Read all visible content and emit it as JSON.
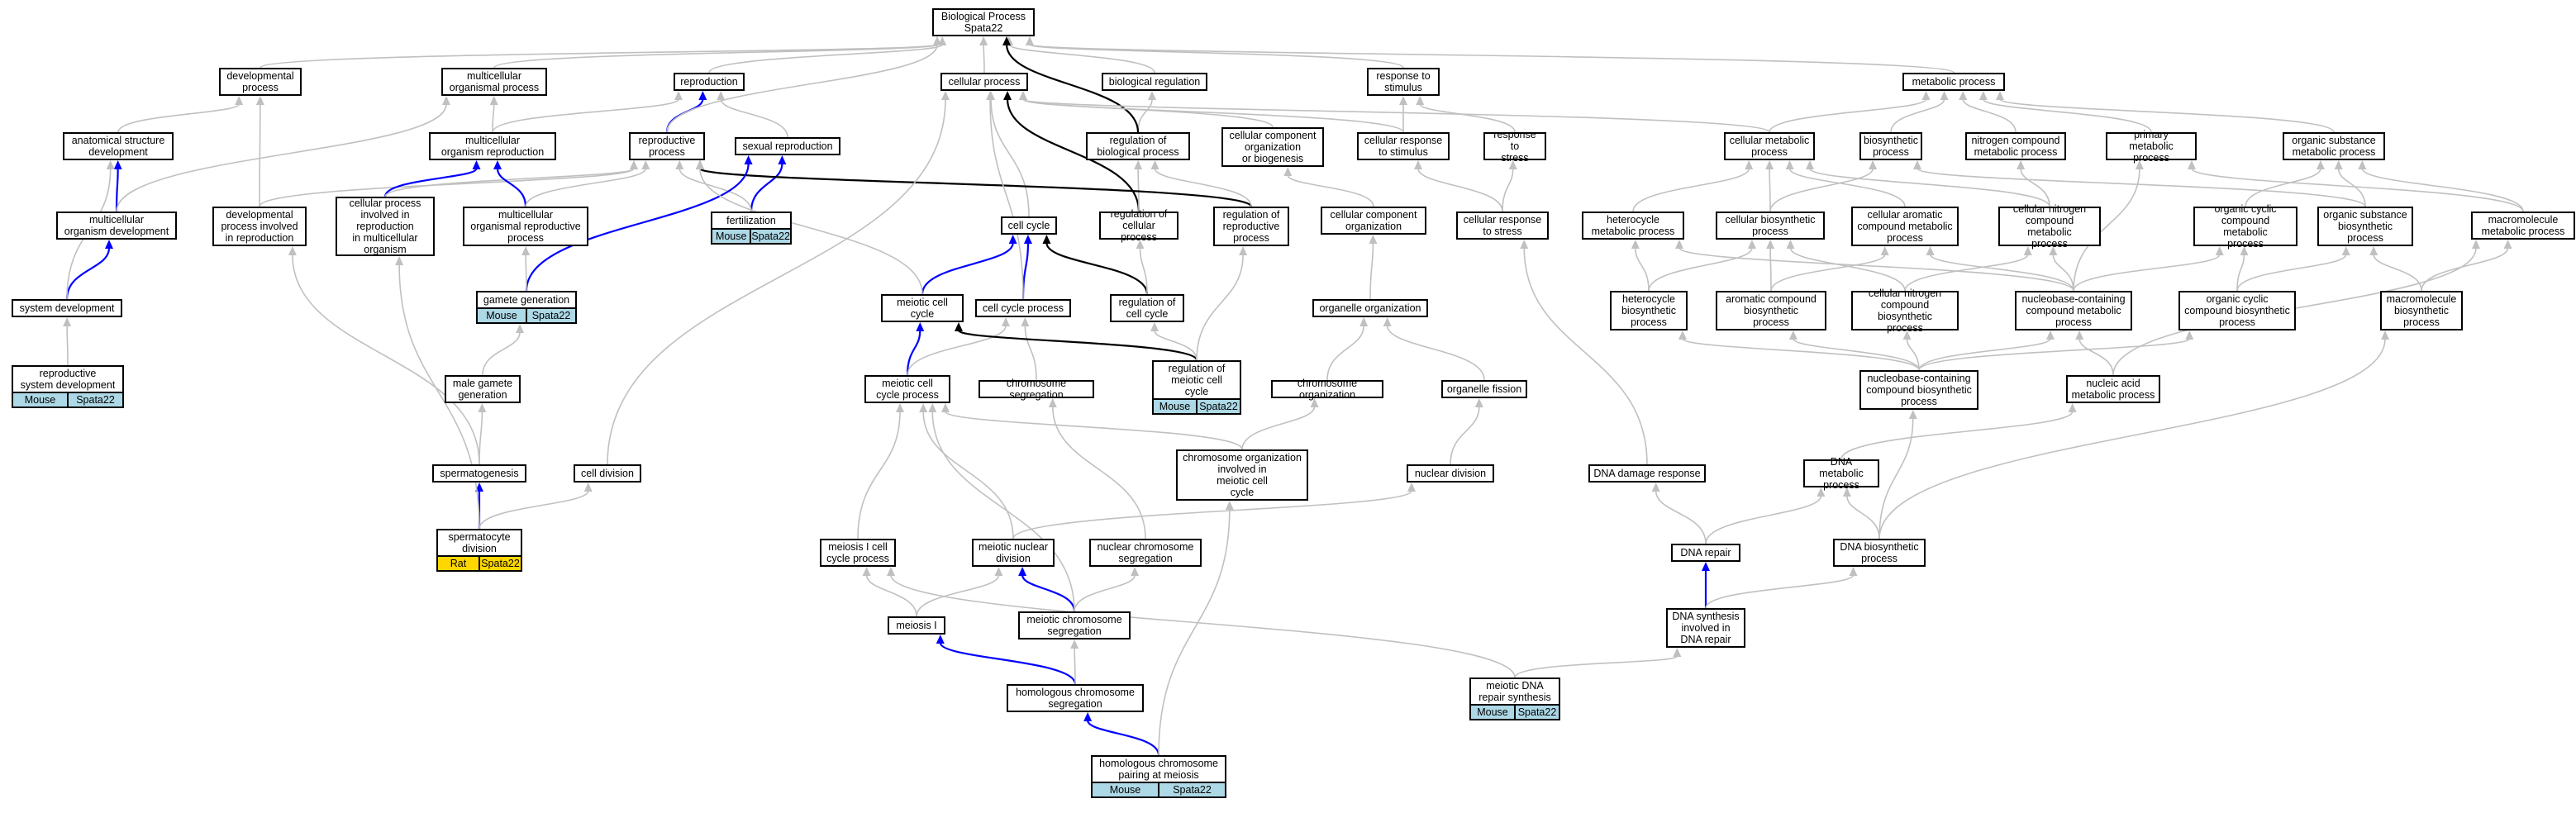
{
  "edge_colors": {
    "is_a": "#c0c0c0",
    "part_of": "#0000ff",
    "regulates": "#000000"
  },
  "annotation_colors": {
    "Mouse": "#add8e6",
    "Rat": "#ffd700"
  },
  "nodes": [
    {
      "id": "bp",
      "label": "Biological Process\nSpata22"
    },
    {
      "id": "dev",
      "label": "developmental\nprocess"
    },
    {
      "id": "mop",
      "label": "multicellular\norganismal process"
    },
    {
      "id": "repro",
      "label": "reproduction"
    },
    {
      "id": "cellproc",
      "label": "cellular process"
    },
    {
      "id": "bioreg",
      "label": "biological regulation"
    },
    {
      "id": "rts",
      "label": "response to\nstimulus"
    },
    {
      "id": "metab",
      "label": "metabolic process"
    },
    {
      "id": "asd",
      "label": "anatomical structure\ndevelopment"
    },
    {
      "id": "mor",
      "label": "multicellular\norganism reproduction"
    },
    {
      "id": "rp",
      "label": "reproductive\nprocess"
    },
    {
      "id": "sexrep",
      "label": "sexual reproduction"
    },
    {
      "id": "rbp",
      "label": "regulation of\nbiological process"
    },
    {
      "id": "ccob",
      "label": "cellular component\norganization\nor biogenesis"
    },
    {
      "id": "crs",
      "label": "cellular response\nto stimulus"
    },
    {
      "id": "rtstress",
      "label": "response to\nstress"
    },
    {
      "id": "cmp",
      "label": "cellular metabolic\nprocess"
    },
    {
      "id": "bsp",
      "label": "biosynthetic\nprocess"
    },
    {
      "id": "ncmp",
      "label": "nitrogen compound\nmetabolic process"
    },
    {
      "id": "pmp",
      "label": "primary metabolic\nprocess"
    },
    {
      "id": "osmp",
      "label": "organic substance\nmetabolic process"
    },
    {
      "id": "mod",
      "label": "multicellular\norganism development"
    },
    {
      "id": "dpir",
      "label": "developmental\nprocess involved\nin reproduction"
    },
    {
      "id": "cpir",
      "label": "cellular process\ninvolved in\nreproduction\nin multicellular\norganism"
    },
    {
      "id": "morp",
      "label": "multicellular\norganismal reproductive\nprocess"
    },
    {
      "id": "fert",
      "label": "fertilization"
    },
    {
      "id": "cc",
      "label": "cell cycle"
    },
    {
      "id": "rcp",
      "label": "regulation of\ncellular process"
    },
    {
      "id": "rrp",
      "label": "regulation of\nreproductive\nprocess"
    },
    {
      "id": "cco",
      "label": "cellular component\norganization"
    },
    {
      "id": "crstress",
      "label": "cellular response\nto stress"
    },
    {
      "id": "hmp",
      "label": "heterocycle\nmetabolic process"
    },
    {
      "id": "cbp",
      "label": "cellular biosynthetic\nprocess"
    },
    {
      "id": "cacmp",
      "label": "cellular aromatic\ncompound metabolic\nprocess"
    },
    {
      "id": "cncmp",
      "label": "cellular nitrogen\ncompound metabolic\nprocess"
    },
    {
      "id": "occmp",
      "label": "organic cyclic\ncompound metabolic\nprocess"
    },
    {
      "id": "osbp",
      "label": "organic substance\nbiosynthetic\nprocess"
    },
    {
      "id": "mmp",
      "label": "macromolecule\nmetabolic process"
    },
    {
      "id": "sysdev",
      "label": "system development"
    },
    {
      "id": "gg",
      "label": "gamete generation"
    },
    {
      "id": "mcc",
      "label": "meiotic cell\ncycle"
    },
    {
      "id": "ccp",
      "label": "cell cycle process"
    },
    {
      "id": "rcc",
      "label": "regulation of\ncell cycle"
    },
    {
      "id": "oo",
      "label": "organelle organization"
    },
    {
      "id": "hbp",
      "label": "heterocycle\nbiosynthetic\nprocess"
    },
    {
      "id": "acbp",
      "label": "aromatic compound\nbiosynthetic\nprocess"
    },
    {
      "id": "cncbp",
      "label": "cellular nitrogen\ncompound biosynthetic\nprocess"
    },
    {
      "id": "nccmp",
      "label": "nucleobase-containing\ncompound metabolic\nprocess"
    },
    {
      "id": "occbp",
      "label": "organic cyclic\ncompound biosynthetic\nprocess"
    },
    {
      "id": "mbp",
      "label": "macromolecule\nbiosynthetic\nprocess"
    },
    {
      "id": "rsd",
      "label": "reproductive\nsystem development"
    },
    {
      "id": "mgg",
      "label": "male gamete\ngeneration"
    },
    {
      "id": "mccp",
      "label": "meiotic cell\ncycle process"
    },
    {
      "id": "cs",
      "label": "chromosome segregation"
    },
    {
      "id": "rmcc",
      "label": "regulation of\nmeiotic cell\ncycle"
    },
    {
      "id": "co",
      "label": "chromosome organization"
    },
    {
      "id": "of",
      "label": "organelle fission"
    },
    {
      "id": "nccbp",
      "label": "nucleobase-containing\ncompound biosynthetic\nprocess"
    },
    {
      "id": "namp",
      "label": "nucleic acid\nmetabolic process"
    },
    {
      "id": "sperm",
      "label": "spermatogenesis"
    },
    {
      "id": "celldiv",
      "label": "cell division"
    },
    {
      "id": "coimcc",
      "label": "chromosome organization\ninvolved in\nmeiotic cell\ncycle"
    },
    {
      "id": "nd",
      "label": "nuclear division"
    },
    {
      "id": "ddr",
      "label": "DNA damage response"
    },
    {
      "id": "dmp",
      "label": "DNA metabolic\nprocess"
    },
    {
      "id": "scd",
      "label": "spermatocyte\ndivision"
    },
    {
      "id": "m1ccp",
      "label": "meiosis I cell\ncycle process"
    },
    {
      "id": "mnd",
      "label": "meiotic nuclear\ndivision"
    },
    {
      "id": "ncs",
      "label": "nuclear chromosome\nsegregation"
    },
    {
      "id": "dnarep",
      "label": "DNA repair"
    },
    {
      "id": "dbp",
      "label": "DNA biosynthetic\nprocess"
    },
    {
      "id": "m1",
      "label": "meiosis I"
    },
    {
      "id": "mcs",
      "label": "meiotic chromosome\nsegregation"
    },
    {
      "id": "dsidr",
      "label": "DNA synthesis\ninvolved in\nDNA repair"
    },
    {
      "id": "hcs",
      "label": "homologous chromosome\nsegregation"
    },
    {
      "id": "mdrs",
      "label": "meiotic DNA\nrepair synthesis"
    },
    {
      "id": "hcpm",
      "label": "homologous chromosome\npairing at meiosis"
    }
  ],
  "annotations": [
    {
      "node": "fert",
      "species": "Mouse",
      "gene": "Spata22"
    },
    {
      "node": "gg",
      "species": "Mouse",
      "gene": "Spata22"
    },
    {
      "node": "rsd",
      "species": "Mouse",
      "gene": "Spata22"
    },
    {
      "node": "rmcc",
      "species": "Mouse",
      "gene": "Spata22"
    },
    {
      "node": "scd",
      "species": "Rat",
      "gene": "Spata22"
    },
    {
      "node": "mdrs",
      "species": "Mouse",
      "gene": "Spata22"
    },
    {
      "node": "hcpm",
      "species": "Mouse",
      "gene": "Spata22"
    }
  ],
  "edges": [
    {
      "from": "dev",
      "to": "bp",
      "type": "is_a"
    },
    {
      "from": "mop",
      "to": "bp",
      "type": "is_a"
    },
    {
      "from": "repro",
      "to": "bp",
      "type": "is_a"
    },
    {
      "from": "cellproc",
      "to": "bp",
      "type": "is_a"
    },
    {
      "from": "bioreg",
      "to": "bp",
      "type": "is_a"
    },
    {
      "from": "rts",
      "to": "bp",
      "type": "is_a"
    },
    {
      "from": "metab",
      "to": "bp",
      "type": "is_a"
    },
    {
      "from": "asd",
      "to": "dev",
      "type": "is_a"
    },
    {
      "from": "mor",
      "to": "mop",
      "type": "is_a"
    },
    {
      "from": "mor",
      "to": "repro",
      "type": "is_a"
    },
    {
      "from": "rp",
      "to": "repro",
      "type": "part_of"
    },
    {
      "from": "rp",
      "to": "bp",
      "type": "is_a"
    },
    {
      "from": "sexrep",
      "to": "repro",
      "type": "is_a"
    },
    {
      "from": "rbp",
      "to": "bioreg",
      "type": "is_a"
    },
    {
      "from": "rbp",
      "to": "bp",
      "type": "regulates"
    },
    {
      "from": "ccob",
      "to": "cellproc",
      "type": "is_a"
    },
    {
      "from": "crs",
      "to": "rts",
      "type": "is_a"
    },
    {
      "from": "crs",
      "to": "cellproc",
      "type": "is_a"
    },
    {
      "from": "rtstress",
      "to": "rts",
      "type": "is_a"
    },
    {
      "from": "cmp",
      "to": "metab",
      "type": "is_a"
    },
    {
      "from": "cmp",
      "to": "cellproc",
      "type": "is_a"
    },
    {
      "from": "bsp",
      "to": "metab",
      "type": "is_a"
    },
    {
      "from": "ncmp",
      "to": "metab",
      "type": "is_a"
    },
    {
      "from": "pmp",
      "to": "metab",
      "type": "is_a"
    },
    {
      "from": "osmp",
      "to": "metab",
      "type": "is_a"
    },
    {
      "from": "mod",
      "to": "asd",
      "type": "part_of"
    },
    {
      "from": "mod",
      "to": "mop",
      "type": "is_a"
    },
    {
      "from": "dpir",
      "to": "dev",
      "type": "is_a"
    },
    {
      "from": "dpir",
      "to": "rp",
      "type": "is_a"
    },
    {
      "from": "cpir",
      "to": "mor",
      "type": "part_of"
    },
    {
      "from": "cpir",
      "to": "rp",
      "type": "is_a"
    },
    {
      "from": "morp",
      "to": "mor",
      "type": "part_of"
    },
    {
      "from": "morp",
      "to": "rp",
      "type": "is_a"
    },
    {
      "from": "fert",
      "to": "sexrep",
      "type": "part_of"
    },
    {
      "from": "fert",
      "to": "rp",
      "type": "is_a"
    },
    {
      "from": "cc",
      "to": "cellproc",
      "type": "is_a"
    },
    {
      "from": "rcp",
      "to": "cellproc",
      "type": "regulates"
    },
    {
      "from": "rcp",
      "to": "rbp",
      "type": "is_a"
    },
    {
      "from": "rrp",
      "to": "rp",
      "type": "regulates"
    },
    {
      "from": "rrp",
      "to": "rbp",
      "type": "is_a"
    },
    {
      "from": "cco",
      "to": "ccob",
      "type": "is_a"
    },
    {
      "from": "crstress",
      "to": "rtstress",
      "type": "is_a"
    },
    {
      "from": "crstress",
      "to": "crs",
      "type": "is_a"
    },
    {
      "from": "hmp",
      "to": "cmp",
      "type": "is_a"
    },
    {
      "from": "cbp",
      "to": "cmp",
      "type": "is_a"
    },
    {
      "from": "cbp",
      "to": "bsp",
      "type": "is_a"
    },
    {
      "from": "cacmp",
      "to": "cmp",
      "type": "is_a"
    },
    {
      "from": "cncmp",
      "to": "cmp",
      "type": "is_a"
    },
    {
      "from": "cncmp",
      "to": "ncmp",
      "type": "is_a"
    },
    {
      "from": "occmp",
      "to": "osmp",
      "type": "is_a"
    },
    {
      "from": "osbp",
      "to": "osmp",
      "type": "is_a"
    },
    {
      "from": "osbp",
      "to": "bsp",
      "type": "is_a"
    },
    {
      "from": "mmp",
      "to": "osmp",
      "type": "is_a"
    },
    {
      "from": "mmp",
      "to": "pmp",
      "type": "is_a"
    },
    {
      "from": "sysdev",
      "to": "mod",
      "type": "part_of"
    },
    {
      "from": "sysdev",
      "to": "asd",
      "type": "is_a"
    },
    {
      "from": "gg",
      "to": "sexrep",
      "type": "part_of"
    },
    {
      "from": "gg",
      "to": "morp",
      "type": "is_a"
    },
    {
      "from": "mcc",
      "to": "cc",
      "type": "part_of"
    },
    {
      "from": "mcc",
      "to": "rp",
      "type": "is_a"
    },
    {
      "from": "ccp",
      "to": "cc",
      "type": "part_of"
    },
    {
      "from": "ccp",
      "to": "cellproc",
      "type": "is_a"
    },
    {
      "from": "rcc",
      "to": "cc",
      "type": "regulates"
    },
    {
      "from": "rcc",
      "to": "rcp",
      "type": "is_a"
    },
    {
      "from": "oo",
      "to": "cco",
      "type": "is_a"
    },
    {
      "from": "hbp",
      "to": "hmp",
      "type": "is_a"
    },
    {
      "from": "hbp",
      "to": "cbp",
      "type": "is_a"
    },
    {
      "from": "acbp",
      "to": "cacmp",
      "type": "is_a"
    },
    {
      "from": "acbp",
      "to": "cbp",
      "type": "is_a"
    },
    {
      "from": "cncbp",
      "to": "cncmp",
      "type": "is_a"
    },
    {
      "from": "cncbp",
      "to": "cbp",
      "type": "is_a"
    },
    {
      "from": "nccmp",
      "to": "hmp",
      "type": "is_a"
    },
    {
      "from": "nccmp",
      "to": "cacmp",
      "type": "is_a"
    },
    {
      "from": "nccmp",
      "to": "cncmp",
      "type": "is_a"
    },
    {
      "from": "nccmp",
      "to": "occmp",
      "type": "is_a"
    },
    {
      "from": "nccmp",
      "to": "pmp",
      "type": "is_a"
    },
    {
      "from": "occbp",
      "to": "occmp",
      "type": "is_a"
    },
    {
      "from": "occbp",
      "to": "osbp",
      "type": "is_a"
    },
    {
      "from": "mbp",
      "to": "mmp",
      "type": "is_a"
    },
    {
      "from": "mbp",
      "to": "osbp",
      "type": "is_a"
    },
    {
      "from": "rsd",
      "to": "sysdev",
      "type": "is_a"
    },
    {
      "from": "mgg",
      "to": "gg",
      "type": "is_a"
    },
    {
      "from": "mccp",
      "to": "mcc",
      "type": "part_of"
    },
    {
      "from": "mccp",
      "to": "ccp",
      "type": "is_a"
    },
    {
      "from": "cs",
      "to": "ccp",
      "type": "is_a"
    },
    {
      "from": "rmcc",
      "to": "mcc",
      "type": "regulates"
    },
    {
      "from": "rmcc",
      "to": "rcc",
      "type": "is_a"
    },
    {
      "from": "rmcc",
      "to": "rrp",
      "type": "is_a"
    },
    {
      "from": "co",
      "to": "oo",
      "type": "is_a"
    },
    {
      "from": "of",
      "to": "oo",
      "type": "is_a"
    },
    {
      "from": "nccbp",
      "to": "nccmp",
      "type": "is_a"
    },
    {
      "from": "nccbp",
      "to": "hbp",
      "type": "is_a"
    },
    {
      "from": "nccbp",
      "to": "acbp",
      "type": "is_a"
    },
    {
      "from": "nccbp",
      "to": "cncbp",
      "type": "is_a"
    },
    {
      "from": "nccbp",
      "to": "occbp",
      "type": "is_a"
    },
    {
      "from": "namp",
      "to": "nccmp",
      "type": "is_a"
    },
    {
      "from": "namp",
      "to": "mmp",
      "type": "is_a"
    },
    {
      "from": "sperm",
      "to": "mgg",
      "type": "is_a"
    },
    {
      "from": "sperm",
      "to": "dpir",
      "type": "is_a"
    },
    {
      "from": "celldiv",
      "to": "cellproc",
      "type": "is_a"
    },
    {
      "from": "coimcc",
      "to": "mccp",
      "type": "is_a"
    },
    {
      "from": "coimcc",
      "to": "co",
      "type": "is_a"
    },
    {
      "from": "nd",
      "to": "of",
      "type": "is_a"
    },
    {
      "from": "ddr",
      "to": "crstress",
      "type": "is_a"
    },
    {
      "from": "dmp",
      "to": "namp",
      "type": "is_a"
    },
    {
      "from": "scd",
      "to": "sperm",
      "type": "part_of"
    },
    {
      "from": "scd",
      "to": "celldiv",
      "type": "is_a"
    },
    {
      "from": "scd",
      "to": "cpir",
      "type": "is_a"
    },
    {
      "from": "m1ccp",
      "to": "mccp",
      "type": "is_a"
    },
    {
      "from": "mnd",
      "to": "nd",
      "type": "is_a"
    },
    {
      "from": "mnd",
      "to": "mccp",
      "type": "is_a"
    },
    {
      "from": "ncs",
      "to": "cs",
      "type": "is_a"
    },
    {
      "from": "dnarep",
      "to": "ddr",
      "type": "is_a"
    },
    {
      "from": "dnarep",
      "to": "dmp",
      "type": "is_a"
    },
    {
      "from": "dbp",
      "to": "dmp",
      "type": "is_a"
    },
    {
      "from": "dbp",
      "to": "nccbp",
      "type": "is_a"
    },
    {
      "from": "dbp",
      "to": "mbp",
      "type": "is_a"
    },
    {
      "from": "m1",
      "to": "m1ccp",
      "type": "is_a"
    },
    {
      "from": "m1",
      "to": "mnd",
      "type": "is_a"
    },
    {
      "from": "mcs",
      "to": "mnd",
      "type": "part_of"
    },
    {
      "from": "mcs",
      "to": "ncs",
      "type": "is_a"
    },
    {
      "from": "mcs",
      "to": "mccp",
      "type": "is_a"
    },
    {
      "from": "dsidr",
      "to": "dnarep",
      "type": "part_of"
    },
    {
      "from": "dsidr",
      "to": "dbp",
      "type": "is_a"
    },
    {
      "from": "hcs",
      "to": "m1",
      "type": "part_of"
    },
    {
      "from": "hcs",
      "to": "mcs",
      "type": "is_a"
    },
    {
      "from": "mdrs",
      "to": "dsidr",
      "type": "is_a"
    },
    {
      "from": "mdrs",
      "to": "m1ccp",
      "type": "is_a"
    },
    {
      "from": "hcpm",
      "to": "hcs",
      "type": "part_of"
    },
    {
      "from": "hcpm",
      "to": "coimcc",
      "type": "is_a"
    }
  ]
}
